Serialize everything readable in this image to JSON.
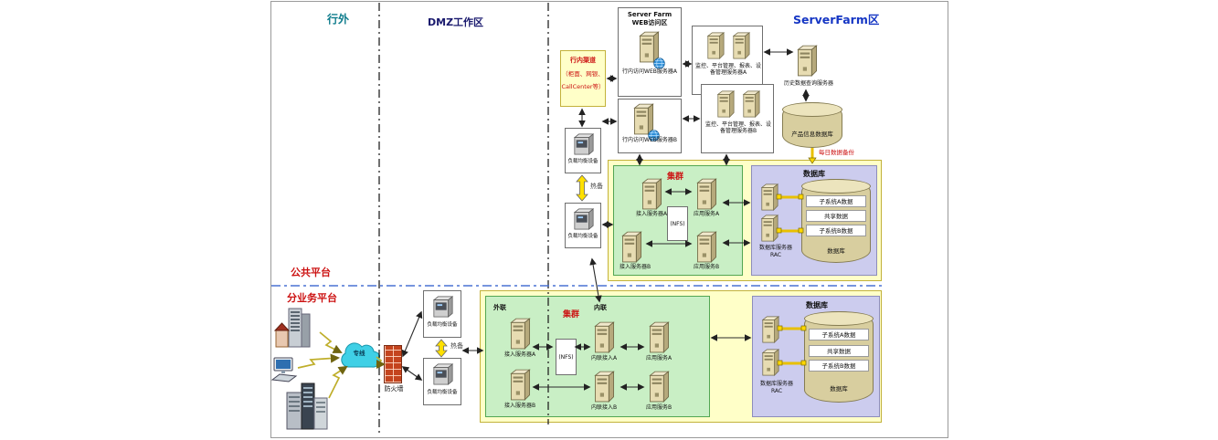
{
  "zones": {
    "outside": "行外",
    "dmz": "DMZ工作区",
    "serverfarm": "ServerFarm区",
    "public_platform": "公共平台",
    "business_platform": "分业务平台"
  },
  "web_zone": {
    "title_line1": "Server Farm",
    "title_line2": "WEB访问区",
    "server_a": "行内访问WEB服务器A",
    "server_b": "行内访问WEB服务器B"
  },
  "channel": {
    "line1": "行内渠道",
    "line2": "（柜面、网银、",
    "line3": "CallCenter等）"
  },
  "labels": {
    "load_balancer": "负载均衡设备",
    "hot_standby": "热备",
    "mgmt_server_a": "监控、平台管理、报表、设备管理服务器A",
    "mgmt_server_b": "监控、平台管理、报表、设备管理服务器B",
    "history_server": "历史数据查询服务器",
    "product_db": "产品信息数据库",
    "daily_backup": "每日数据备份",
    "firewall": "防火墙",
    "leased_line": "专线"
  },
  "upper_cluster": {
    "title": "集群",
    "access_a": "接入服务器A",
    "access_b": "接入服务器B",
    "nfs": "(NFS)",
    "app_a": "应用服务A",
    "app_b": "应用服务B"
  },
  "lower_cluster": {
    "title": "集群",
    "external": "外联",
    "internal": "内联",
    "access_a": "接入服务器A",
    "access_b": "接入服务器B",
    "nfs": "(NFS)",
    "internal_a": "内联接入A",
    "internal_b": "内联接入B",
    "app_a": "应用服务A",
    "app_b": "应用服务B"
  },
  "database": {
    "title": "数据库",
    "rac_line1": "数据库服务器",
    "rac_line2": "RAC",
    "bands": [
      "子系统A数据",
      "共享数据",
      "子系统B数据"
    ],
    "cylinder_label": "数据库"
  },
  "colors": {
    "zone_yellow": "#ffffc8",
    "cluster_green": "#c9efc5",
    "db_purple": "#ccccee",
    "accent_red": "#cc1111",
    "standby_yellow": "#ffe000"
  }
}
